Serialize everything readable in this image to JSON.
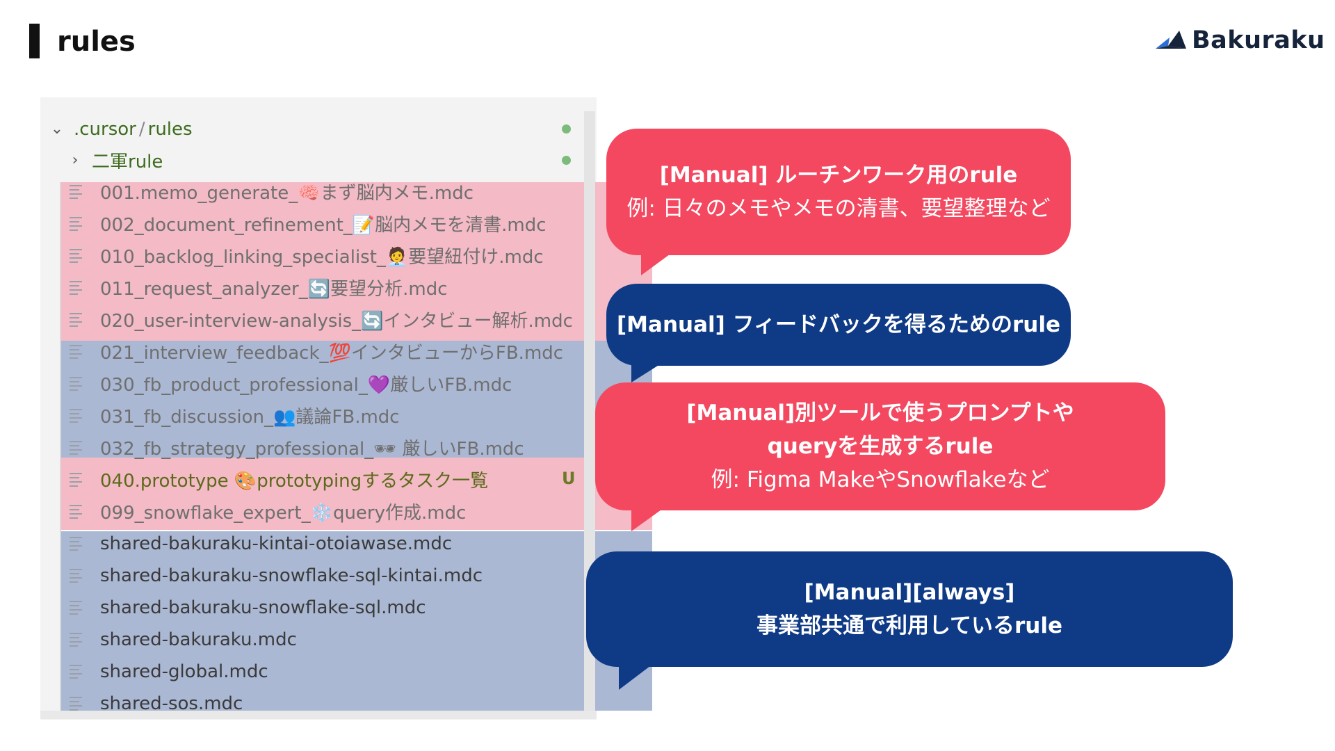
{
  "slide": {
    "title": "rules"
  },
  "logo": {
    "text": "Bakuraku",
    "icon": "bakuraku-logo-icon"
  },
  "explorer": {
    "root": {
      "label_prefix": ".cursor",
      "separator": "/",
      "label_suffix": "rules"
    },
    "subfolder": {
      "label": "二軍rule"
    },
    "files": [
      {
        "name": "001.memo_generate_🧠まず脳内メモ.mdc"
      },
      {
        "name": "002_document_refinement_📝脳内メモを清書.mdc"
      },
      {
        "name": "010_backlog_linking_specialist_🧑‍💼要望紐付け.mdc"
      },
      {
        "name": "011_request_analyzer_🔄要望分析.mdc"
      },
      {
        "name": "020_user-interview-analysis_🔄インタビュー解析.mdc"
      },
      {
        "name": "021_interview_feedback_💯インタビューからFB.mdc"
      },
      {
        "name": "030_fb_product_professional_💜厳しいFB.mdc"
      },
      {
        "name": "031_fb_discussion_👥議論FB.mdc"
      },
      {
        "name": "032_fb_strategy_professional_🕶 厳しいFB.mdc"
      },
      {
        "name": "040.prototype 🎨prototypingするタスク一覧",
        "badge": "U"
      },
      {
        "name": "099_snowflake_expert_❄️query作成.mdc"
      },
      {
        "name": "shared-bakuraku-kintai-otoiawase.mdc"
      },
      {
        "name": "shared-bakuraku-snowflake-sql-kintai.mdc"
      },
      {
        "name": "shared-bakuraku-snowflake-sql.mdc"
      },
      {
        "name": "shared-bakuraku.mdc"
      },
      {
        "name": "shared-global.mdc"
      },
      {
        "name": "shared-sos.mdc"
      }
    ]
  },
  "callouts": [
    {
      "line1": "[Manual] ルーチンワーク用のrule",
      "line2": "例: 日々のメモやメモの清書、要望整理など"
    },
    {
      "line1": "[Manual] フィードバックを得るためのrule"
    },
    {
      "line1": "[Manual]別ツールで使うプロンプトや",
      "line2": "queryを生成するrule",
      "line3": "例: Figma MakeやSnowflakeなど"
    },
    {
      "line1": "[Manual][always]",
      "line2": "事業部共通で利用しているrule"
    }
  ],
  "colors": {
    "callout_red": "#f3485f",
    "callout_blue": "#0f3a86",
    "highlight_red": "#f4b2be",
    "highlight_blue": "#a6b4d2"
  }
}
